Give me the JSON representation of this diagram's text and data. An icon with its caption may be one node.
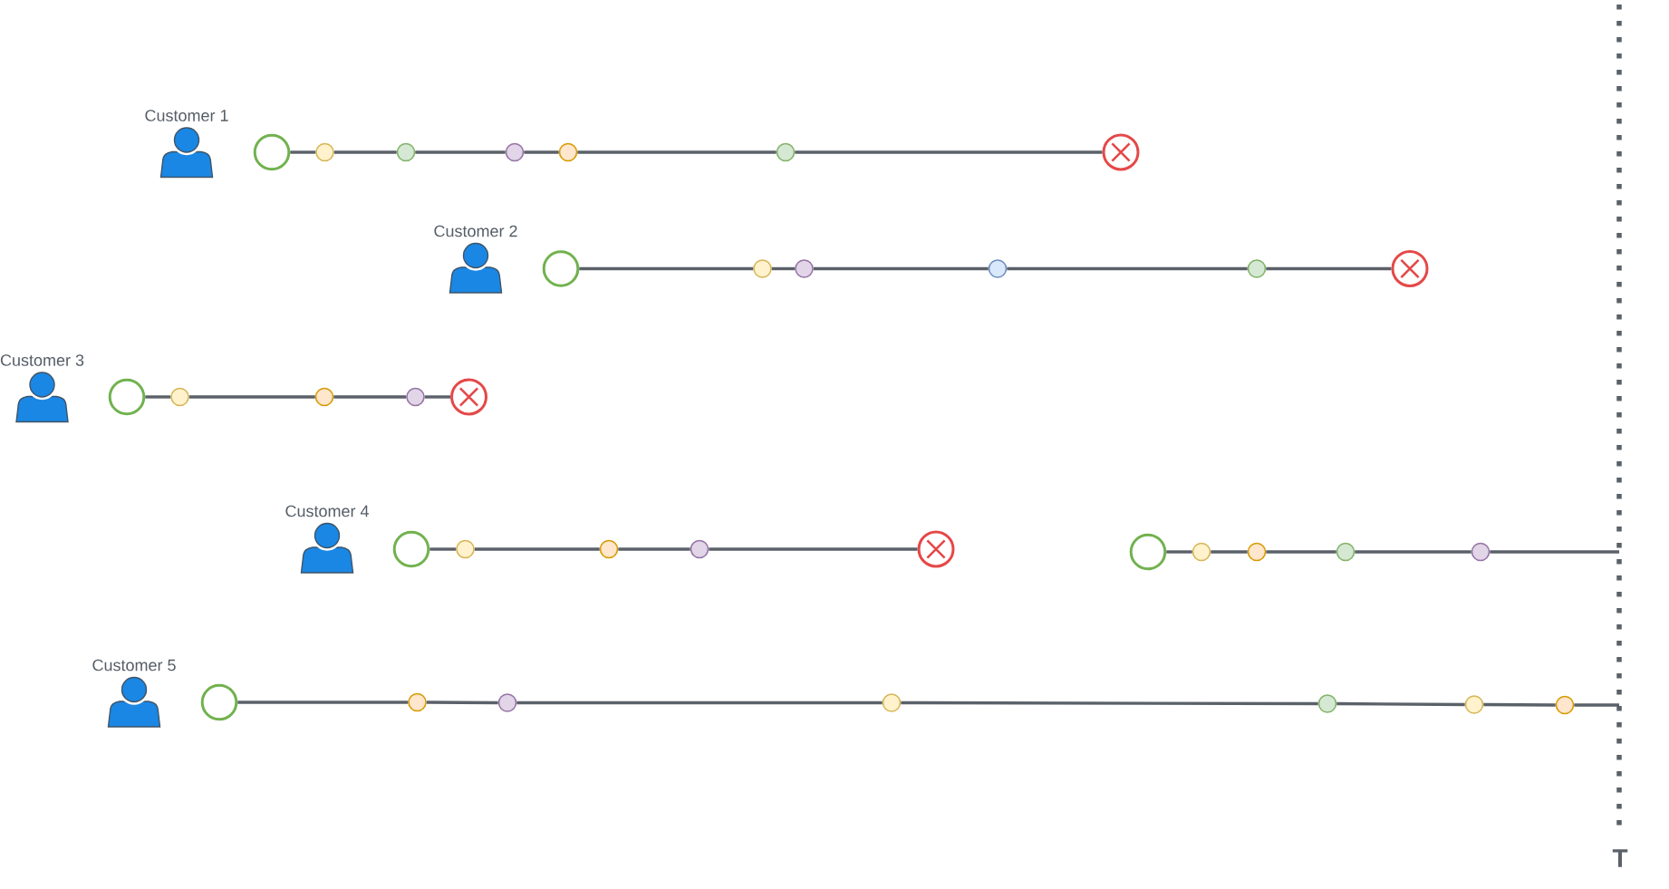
{
  "diagram": {
    "nodes": [
      {
        "text": [
          "Customer 1"
        ]
      },
      {
        "text": [],
        "shape": "circle"
      },
      {
        "text": [],
        "shape": "circle"
      },
      {
        "text": [],
        "shape": "circle"
      },
      {
        "text": [],
        "shape": "circle"
      },
      {
        "text": [],
        "shape": "circle"
      },
      {
        "text": [],
        "shape": "circle"
      },
      {
        "text": [],
        "shape": "circle"
      },
      {
        "text": [
          "Customer 2"
        ]
      },
      {
        "text": [],
        "shape": "circle"
      },
      {
        "text": [],
        "shape": "circle"
      },
      {
        "text": [],
        "shape": "circle"
      },
      {
        "text": [],
        "shape": "circle"
      },
      {
        "text": [],
        "shape": "circle"
      },
      {
        "text": [],
        "shape": "circle"
      },
      {
        "text": [
          "Customer 3"
        ]
      },
      {
        "text": [],
        "shape": "circle"
      },
      {
        "text": [],
        "shape": "circle"
      },
      {
        "text": [],
        "shape": "circle"
      },
      {
        "text": [],
        "shape": "circle"
      },
      {
        "text": [],
        "shape": "circle"
      },
      {
        "text": [
          "Customer 4"
        ]
      },
      {
        "text": [],
        "shape": "circle"
      },
      {
        "text": [],
        "shape": "circle"
      },
      {
        "text": [],
        "shape": "circle"
      },
      {
        "text": [],
        "shape": "circle"
      },
      {
        "text": [],
        "shape": "circle"
      },
      {
        "text": [],
        "shape": "circle"
      },
      {
        "text": [],
        "shape": "circle"
      },
      {
        "text": [],
        "shape": "circle"
      },
      {
        "text": [],
        "shape": "circle"
      },
      {
        "text": [],
        "shape": "circle"
      },
      {
        "text": [
          "Customer 5"
        ]
      },
      {
        "text": [],
        "shape": "circle"
      },
      {
        "text": [],
        "shape": "circle"
      },
      {
        "text": [],
        "shape": "circle"
      },
      {
        "text": [],
        "shape": "circle"
      },
      {
        "text": [],
        "shape": "circle"
      },
      {
        "text": [],
        "shape": "circle"
      },
      {
        "text": [],
        "shape": "circle"
      }
    ],
    "edges": [
      {
        "from": 1,
        "to": 2,
        "arrow": "none"
      },
      {
        "from": 2,
        "to": 3,
        "arrow": "none"
      },
      {
        "from": 3,
        "to": 4,
        "arrow": "none"
      },
      {
        "from": 4,
        "to": 5,
        "arrow": "none"
      },
      {
        "from": 5,
        "to": 6,
        "arrow": "none"
      },
      {
        "from": 6,
        "to": 7,
        "arrow": "none"
      },
      {
        "from": 9,
        "to": 10,
        "arrow": "none"
      },
      {
        "from": 10,
        "to": 11,
        "arrow": "none"
      },
      {
        "from": 11,
        "to": 12,
        "arrow": "none"
      },
      {
        "from": 12,
        "to": 13,
        "arrow": "none"
      },
      {
        "from": 13,
        "to": 14,
        "arrow": "none"
      },
      {
        "from": 16,
        "to": 17,
        "arrow": "none"
      },
      {
        "from": 17,
        "to": 18,
        "arrow": "none"
      },
      {
        "from": 18,
        "to": 19,
        "arrow": "none"
      },
      {
        "from": 19,
        "to": 20,
        "arrow": "none"
      },
      {
        "from": 22,
        "to": 23,
        "arrow": "none"
      },
      {
        "from": 23,
        "to": 24,
        "arrow": "none"
      },
      {
        "from": 24,
        "to": 25,
        "arrow": "none"
      },
      {
        "from": 25,
        "to": 26,
        "arrow": "none"
      },
      {
        "from": 27,
        "to": 28,
        "arrow": "none"
      },
      {
        "from": 28,
        "to": 29,
        "arrow": "none"
      },
      {
        "from": 29,
        "to": 30,
        "arrow": "none"
      },
      {
        "from": 30,
        "to": 31,
        "arrow": "none"
      },
      {
        "from": 31,
        "to": null,
        "arrow": "none"
      },
      {
        "from": 33,
        "to": 34,
        "arrow": "none"
      },
      {
        "from": 34,
        "to": 35,
        "arrow": "none"
      },
      {
        "from": 35,
        "to": 36,
        "arrow": "none"
      },
      {
        "from": 36,
        "to": 37,
        "arrow": "none"
      },
      {
        "from": 37,
        "to": 38,
        "arrow": "none"
      },
      {
        "from": 38,
        "to": 39,
        "arrow": "none"
      },
      {
        "from": 39,
        "to": null,
        "arrow": "none"
      }
    ],
    "labels": [
      "T"
    ]
  }
}
